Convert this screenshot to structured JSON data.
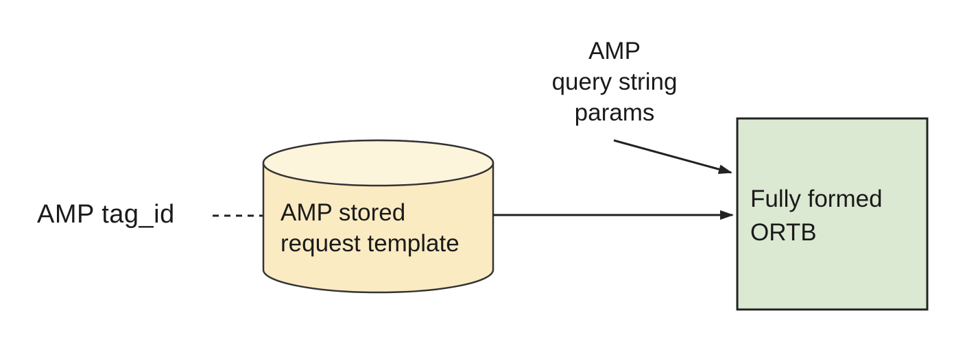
{
  "colors": {
    "background": "#FFFFFF",
    "line": "#222222",
    "text": "#1A1A1A"
  },
  "nodes": {
    "tag_id_label": {
      "text": "AMP tag_id"
    },
    "stored_request": {
      "text": "AMP stored\nrequest template",
      "body_fill": "#FAEBC3",
      "top_fill": "#FDF4DC",
      "stroke": "#333333",
      "shape": "database-cylinder"
    },
    "query_params_label": {
      "text": "AMP\nquery string\nparams"
    },
    "ortb_box": {
      "text": "Fully formed\nORTB",
      "fill": "#DBE8D2",
      "stroke": "#222222",
      "shape": "rectangle"
    }
  },
  "edges": {
    "tag_to_template": {
      "from": "tag_id_label",
      "to": "stored_request",
      "style": "dashed",
      "arrowhead": false
    },
    "template_to_ortb": {
      "from": "stored_request",
      "to": "ortb_box",
      "style": "solid",
      "arrowhead": true
    },
    "params_to_ortb": {
      "from": "query_params_label",
      "to": "ortb_box",
      "style": "solid",
      "arrowhead": true
    }
  }
}
